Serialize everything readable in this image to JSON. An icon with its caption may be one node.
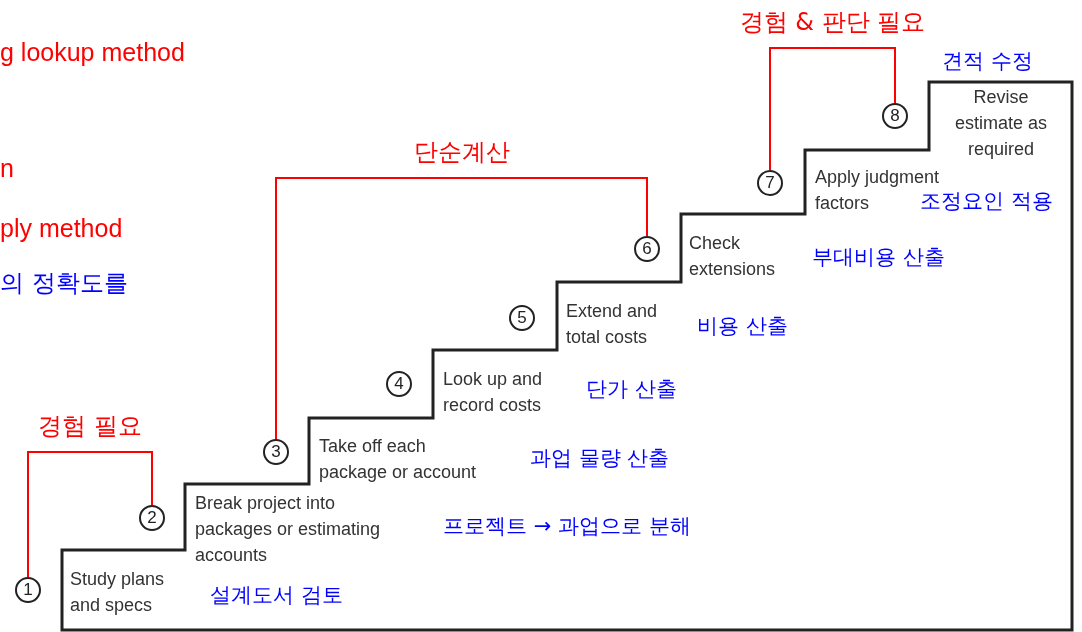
{
  "diagram": {
    "nodes": [
      {
        "text": [
          "1"
        ]
      },
      {
        "text": [
          "2"
        ]
      },
      {
        "text": [
          "3"
        ]
      },
      {
        "text": [
          "4"
        ]
      },
      {
        "text": [
          "5"
        ]
      },
      {
        "text": [
          "6"
        ]
      },
      {
        "text": [
          "7"
        ]
      },
      {
        "text": [
          "8"
        ]
      }
    ],
    "edges": [
      {
        "from": 0,
        "to": 1,
        "arrow": "none",
        "label": "경험 필요"
      },
      {
        "from": 2,
        "to": 5,
        "arrow": "none",
        "label": "단순계산"
      },
      {
        "from": 6,
        "to": 7,
        "arrow": "none",
        "label": "경험 & 판단 필요"
      }
    ],
    "labels": [
      "g lookup method",
      "n",
      "ply method",
      "의 정확도를",
      "견적 수정",
      "Revise estimate as required",
      "Apply judgment factors",
      "조정요인 적용",
      "Check extensions",
      "부대비용 산출",
      "Extend and total costs",
      "비용 산출",
      "Look up and record costs",
      "단가 산출",
      "Take off each package or account",
      "과업 물량 산출",
      "Break project into packages or estimating accounts",
      "프로젝트 → 과업으로 분해",
      "Study plans and specs",
      "설계도서 검토"
    ]
  }
}
